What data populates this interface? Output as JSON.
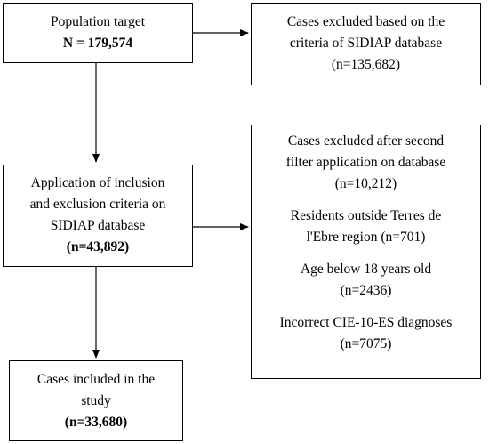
{
  "boxes": {
    "population": {
      "title": "Population target",
      "value": "N = 179,574"
    },
    "excluded_sidiap": {
      "line1": "Cases excluded based on the",
      "line2": "criteria of SIDIAP database",
      "value": "(n=135,682)"
    },
    "application": {
      "line1": "Application of inclusion",
      "line2": "and exclusion criteria on",
      "line3": "SIDIAP database",
      "value": "(n=43,892)"
    },
    "excluded_second": {
      "header1": "Cases excluded after second",
      "header2": "filter application on database",
      "header_value": "(n=10,212)",
      "items": [
        {
          "line1": "Residents outside Terres de",
          "line2": "l'Ebre region (n=701)"
        },
        {
          "line1": "Age below 18 years old",
          "line2": "(n=2436)"
        },
        {
          "line1": "Incorrect CIE-10-ES diagnoses",
          "line2": "(n=7075)"
        }
      ]
    },
    "included": {
      "line1": "Cases included in the",
      "line2": "study",
      "value": "(n=33,680)"
    }
  }
}
